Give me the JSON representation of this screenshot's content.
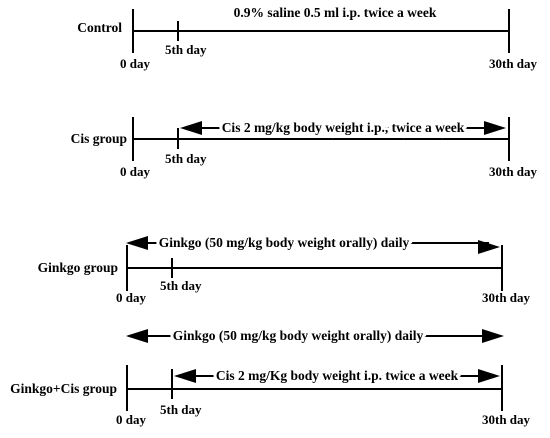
{
  "groups": [
    {
      "label": "Control",
      "start_label": "0 day",
      "mid_label": "5th day",
      "end_label": "30th day",
      "annotations": [
        "0.9% saline 0.5 ml i.p. twice a week"
      ]
    },
    {
      "label": "Cis group",
      "start_label": "0 day",
      "mid_label": "5th day",
      "end_label": "30th day",
      "annotations": [
        "Cis 2 mg/kg body weight i.p., twice a week"
      ]
    },
    {
      "label": "Ginkgo group",
      "start_label": "0 day",
      "mid_label": "5th day",
      "end_label": "30th day",
      "annotations": [
        "Ginkgo (50 mg/kg body weight orally) daily"
      ]
    },
    {
      "label": "Ginkgo+Cis group",
      "start_label": "0 day",
      "mid_label": "5th day",
      "end_label": "30th day",
      "annotations": [
        "Ginkgo (50 mg/kg body weight orally) daily",
        "Cis 2 mg/Kg body weight i.p. twice a week"
      ]
    }
  ]
}
